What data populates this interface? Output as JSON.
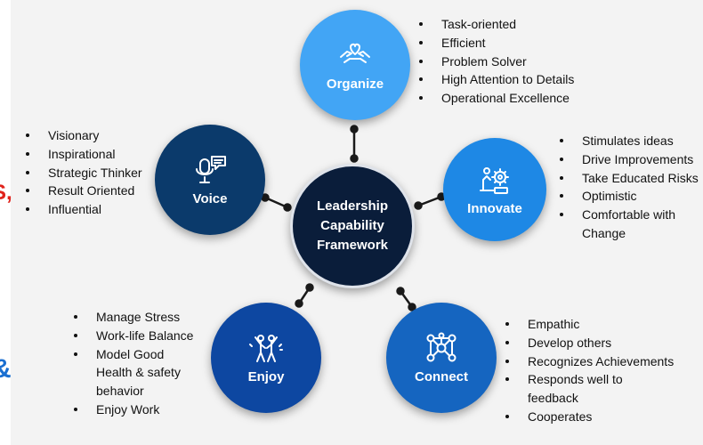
{
  "diagram": {
    "center": {
      "lines": [
        "Leadership",
        "Capability",
        "Framework"
      ]
    },
    "nodes": {
      "organize": {
        "label": "Organize",
        "icon": "heart-hands-icon",
        "color": "#42a5f5",
        "items": [
          "Task-oriented",
          "Efficient",
          "Problem Solver",
          "High Attention to Details",
          "Operational Excellence"
        ]
      },
      "innovate": {
        "label": "Innovate",
        "icon": "gear-idea-icon",
        "color": "#1e88e5",
        "items": [
          "Stimulates ideas",
          "Drive Improvements",
          "Take Educated Risks",
          "Optimistic",
          "Comfortable with Change"
        ]
      },
      "connect": {
        "label": "Connect",
        "icon": "network-icon",
        "color": "#1565c0",
        "items": [
          "Empathic",
          "Develop others",
          "Recognizes Achievements",
          "Responds well to feedback",
          "Cooperates"
        ]
      },
      "enjoy": {
        "label": "Enjoy",
        "icon": "celebrate-icon",
        "color": "#0d47a1",
        "items": [
          "Manage Stress",
          "Work-life Balance",
          "Model Good Health & safety behavior",
          "Enjoy Work"
        ]
      },
      "voice": {
        "label": "Voice",
        "icon": "microphone-icon",
        "color": "#0b3a6b",
        "items": [
          "Visionary",
          "Inspirational",
          "Strategic Thinker",
          "Result Oriented",
          "Influential"
        ]
      }
    },
    "colors": {
      "center": "#0a1d3a",
      "connector": "#1a1a1a",
      "text": "#111111"
    },
    "edge_fragments": {
      "left_red": "S,",
      "left_blue": "&"
    }
  }
}
